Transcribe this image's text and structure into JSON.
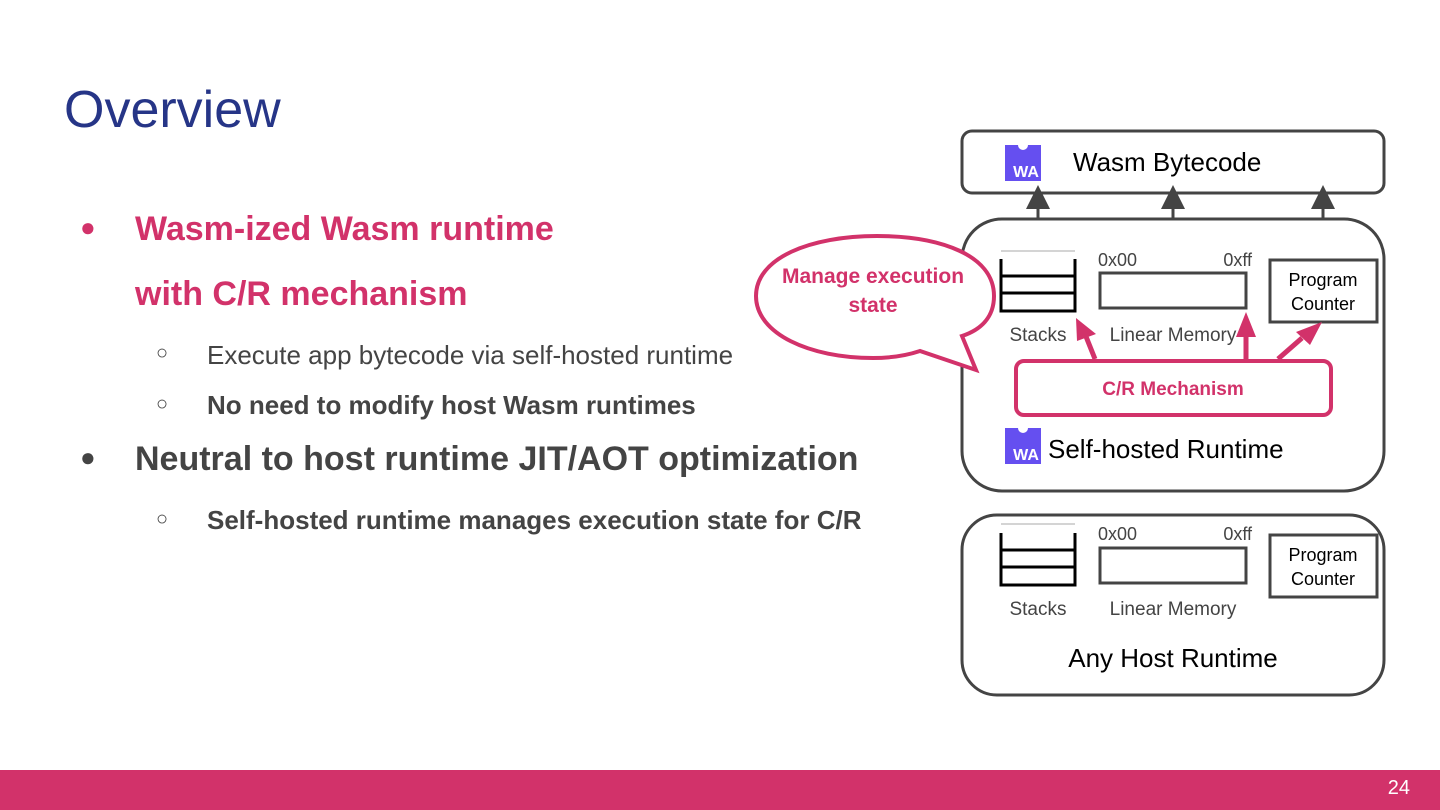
{
  "slide": {
    "title": "Overview",
    "page_number": "24"
  },
  "bullets": {
    "b1_line1": "Wasm-ized Wasm runtime",
    "b1_line2": "with C/R mechanism",
    "b1_sub1": "Execute app bytecode via self-hosted runtime",
    "b1_sub2": "No need to modify host Wasm runtimes",
    "b2": "Neutral to host runtime JIT/AOT optimization",
    "b2_sub1": "Self-hosted runtime manages execution state for C/R",
    "bullet_char": "●",
    "sub_char": "○"
  },
  "diagram": {
    "bytecode_label": "Wasm Bytecode",
    "wa_logo": "WA",
    "callout": "Manage execution state",
    "callout_line1": "Manage execution",
    "callout_line2": "state",
    "self_hosted": {
      "addr_start": "0x00",
      "addr_end": "0xff",
      "pc_line1": "Program",
      "pc_line2": "Counter",
      "stacks": "Stacks",
      "linear_memory": "Linear Memory",
      "cr": "C/R Mechanism",
      "label": "Self-hosted Runtime"
    },
    "host": {
      "addr_start": "0x00",
      "addr_end": "0xff",
      "pc_line1": "Program",
      "pc_line2": "Counter",
      "stacks": "Stacks",
      "linear_memory": "Linear Memory",
      "label": "Any Host Runtime"
    },
    "colors": {
      "accent": "#d2326a",
      "title": "#263587",
      "wa_logo": "#654ff0",
      "outline": "#444444"
    }
  }
}
